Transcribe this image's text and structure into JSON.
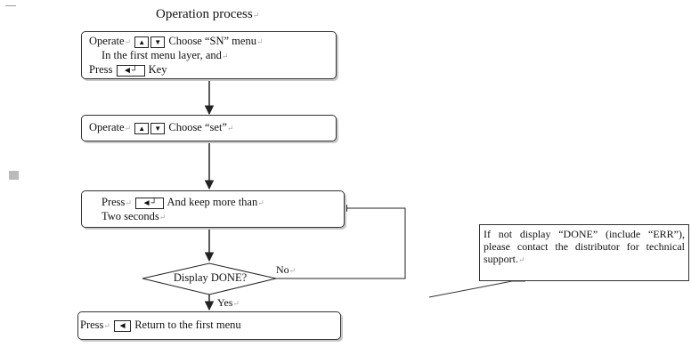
{
  "title": "Operation process",
  "pilcrow": "↵",
  "keys": {
    "up": "▲",
    "down": "▼",
    "enter": "◄┘",
    "left": "◄"
  },
  "step1": {
    "prefix": "Operate",
    "choose": "Choose “SN” menu",
    "line2": "In the first menu layer, and",
    "press": "Press",
    "key": "Key"
  },
  "step2": {
    "prefix": "Operate",
    "choose": "Choose “set”"
  },
  "step3": {
    "press": "Press",
    "rest": "And keep more than",
    "line2": "Two seconds"
  },
  "decision": {
    "label": "Display DONE?",
    "no": "No",
    "yes": "Yes"
  },
  "step4": {
    "press": "Press",
    "rest": "Return to the first menu"
  },
  "callout": {
    "text": "If not display “DONE” (include “ERR”), please contact the distributor for technical support."
  }
}
